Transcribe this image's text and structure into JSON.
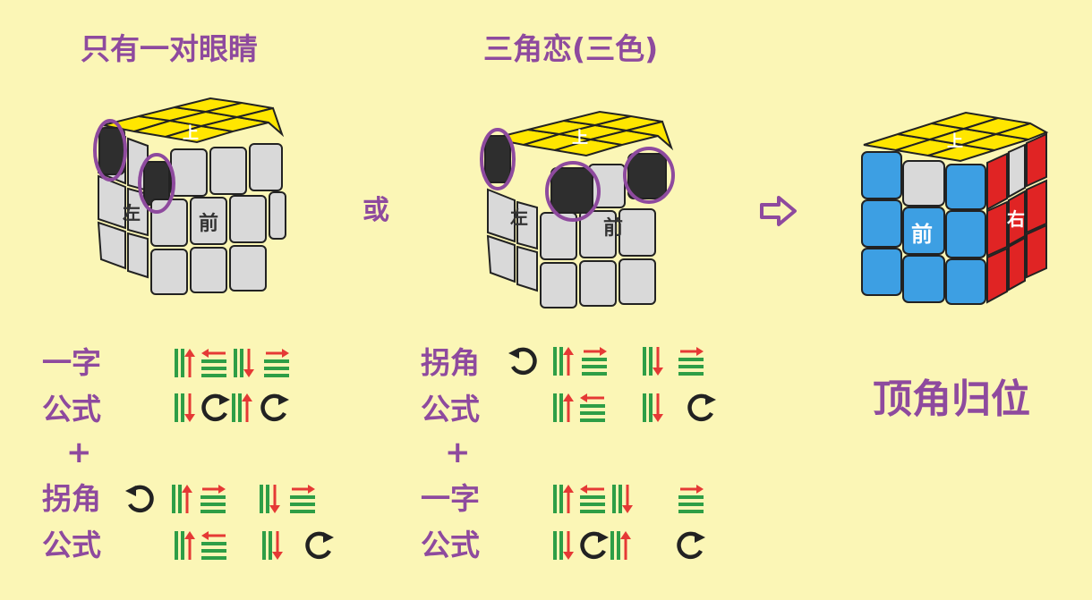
{
  "titles": {
    "left": "只有一对眼睛",
    "middle": "三角恋(三色)",
    "or": "或",
    "result": "顶角归位"
  },
  "face_labels": {
    "top": "上",
    "front": "前",
    "left": "左",
    "right": "右"
  },
  "colors": {
    "yellow": "#ffe600",
    "gray": "#d9d9d9",
    "dark": "#2e2e2e",
    "blue": "#3d9fe3",
    "red": "#e02424",
    "green": "#2e9e46",
    "purple": "#8e4a9e",
    "arrow_red": "#e53935"
  },
  "left_column": {
    "formula1_label": [
      "一字",
      "公式"
    ],
    "plus": "+",
    "formula2_label": [
      "拐角",
      "公式"
    ]
  },
  "middle_column": {
    "formula1_label": [
      "拐角",
      "公式"
    ],
    "plus": "+",
    "formula2_label": [
      "一字",
      "公式"
    ]
  }
}
